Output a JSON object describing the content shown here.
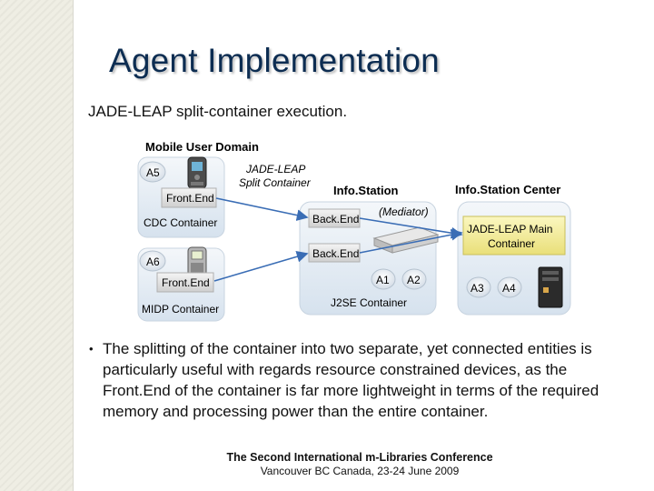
{
  "slide": {
    "title": "Agent Implementation",
    "subtitle": "JADE-LEAP split-container execution.",
    "bullet": "The splitting of the container into two separate, yet connected entities is particularly useful with regards resource constrained devices, as the Front.End of the container is far more lightweight in terms of the required memory and processing power than the entire container.",
    "footer_line1": "The Second International m-Libraries Conference",
    "footer_line2": "Vancouver BC Canada, 23-24 June 2009"
  },
  "diagram": {
    "mobile_user_domain": "Mobile User Domain",
    "split_container_label_1": "JADE-LEAP",
    "split_container_label_2": "Split Container",
    "info_station": "Info.Station",
    "info_station_center": "Info.Station Center",
    "mediator": "(Mediator)",
    "agent_a5": "A5",
    "agent_a6": "A6",
    "agent_a1": "A1",
    "agent_a2": "A2",
    "agent_a3": "A3",
    "agent_a4": "A4",
    "frontend_1": "Front.End",
    "frontend_2": "Front.End",
    "backend_1": "Back.End",
    "backend_2": "Back.End",
    "cdc_container": "CDC Container",
    "midp_container": "MIDP Container",
    "j2se_container": "J2SE Container",
    "main_container_1": "JADE-LEAP Main",
    "main_container_2": "Container",
    "colors": {
      "container_fill": "#e3ecf4",
      "box_fill": "#dddddd",
      "main_box_fill": "#f5f0a0",
      "arrow": "#3a6db5",
      "title": "#0d2d52"
    }
  }
}
